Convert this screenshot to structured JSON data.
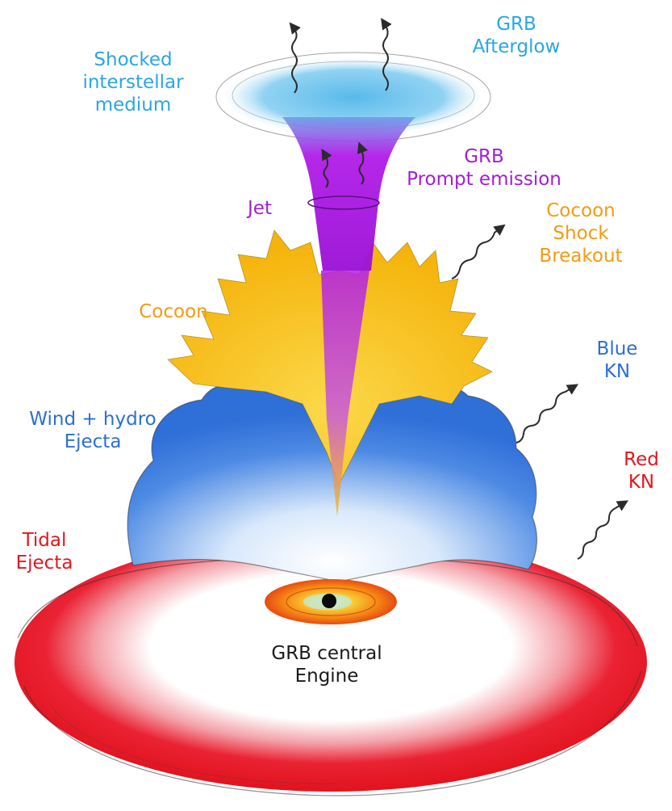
{
  "labels": {
    "afterglow": [
      "GRB",
      "Afterglow"
    ],
    "ism": [
      "Shocked",
      "interstellar",
      "medium"
    ],
    "prompt": [
      "GRB",
      "Prompt emission"
    ],
    "jet": [
      "Jet"
    ],
    "breakout": [
      "Cocoon",
      "Shock",
      "Breakout"
    ],
    "cocoon": [
      "Cocoon"
    ],
    "blue_kn": [
      "Blue",
      "KN"
    ],
    "wind": [
      "Wind + hydro",
      "Ejecta"
    ],
    "red_kn": [
      "Red",
      "KN"
    ],
    "tidal": [
      "Tidal",
      "Ejecta"
    ],
    "engine": [
      "GRB central",
      "Engine"
    ]
  },
  "colors": {
    "shocked_ism": "#4fb6ea",
    "jet": "#b21ee8",
    "cocoon": "#f7c21c",
    "wind_ejecta": "#3a7fe0",
    "tidal_ejecta": "#e8182a",
    "engine_disk": "#f58a14",
    "black_hole": "#0a0a0a",
    "photon": "#2b2b2b"
  }
}
